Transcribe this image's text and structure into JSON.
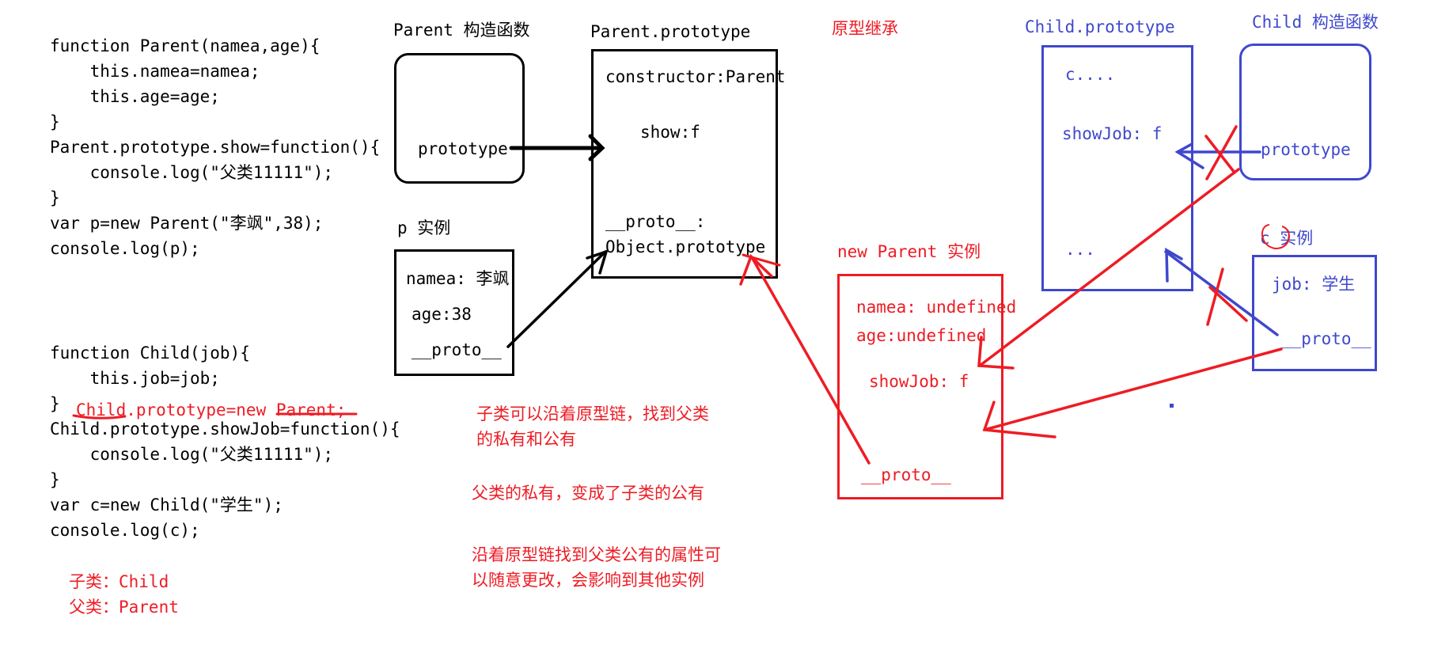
{
  "code_lines": [
    "function Parent(namea,age){",
    "    this.namea=namea;",
    "    this.age=age;",
    "}",
    "Parent.prototype.show=function(){",
    "    console.log(\"父类11111\");",
    "}",
    "var p=new Parent(\"李飒\",38);",
    "console.log(p);",
    "function Child(job){",
    "    this.job=job;",
    "}",
    "Child.prototype=new Parent;",
    "Child.prototype.showJob=function(){",
    "    console.log(\"父类11111\");",
    "}",
    "var c=new Child(\"学生\");",
    "console.log(c);"
  ],
  "roles": {
    "child": "子类：Child",
    "parent": "父类：Parent"
  },
  "parent_ctor": {
    "title": "Parent 构造函数",
    "prop": "prototype"
  },
  "parent_proto": {
    "title": "Parent.prototype",
    "constructor": "constructor:Parent",
    "show": "show:f",
    "proto_line1": "__proto__:",
    "proto_line2": "Object.prototype"
  },
  "p_instance": {
    "title": "p 实例",
    "namea": "namea: 李飒",
    "age": "age:38",
    "proto": "__proto__"
  },
  "heading": "原型继承",
  "new_parent": {
    "title": "new Parent 实例",
    "namea": "namea: undefined",
    "age": "age:undefined",
    "showjob": "showJob: f",
    "proto": "__proto__"
  },
  "notes": [
    "子类可以沿着原型链，找到父类",
    "的私有和公有",
    "父类的私有，变成了子类的公有",
    "沿着原型链找到父类公有的属性可",
    "以随意更改，会影响到其他实例"
  ],
  "child_proto": {
    "title": "Child.prototype",
    "c": "c....",
    "showjob": "showJob: f",
    "dots": "..."
  },
  "child_ctor": {
    "title": "Child 构造函数",
    "prop": "prototype"
  },
  "c_instance": {
    "title": "c 实例",
    "job": "job: 学生",
    "proto": "__proto__"
  },
  "colors": {
    "black": "#000000",
    "red": "#ee1c24",
    "blue": "#3f48cc"
  }
}
